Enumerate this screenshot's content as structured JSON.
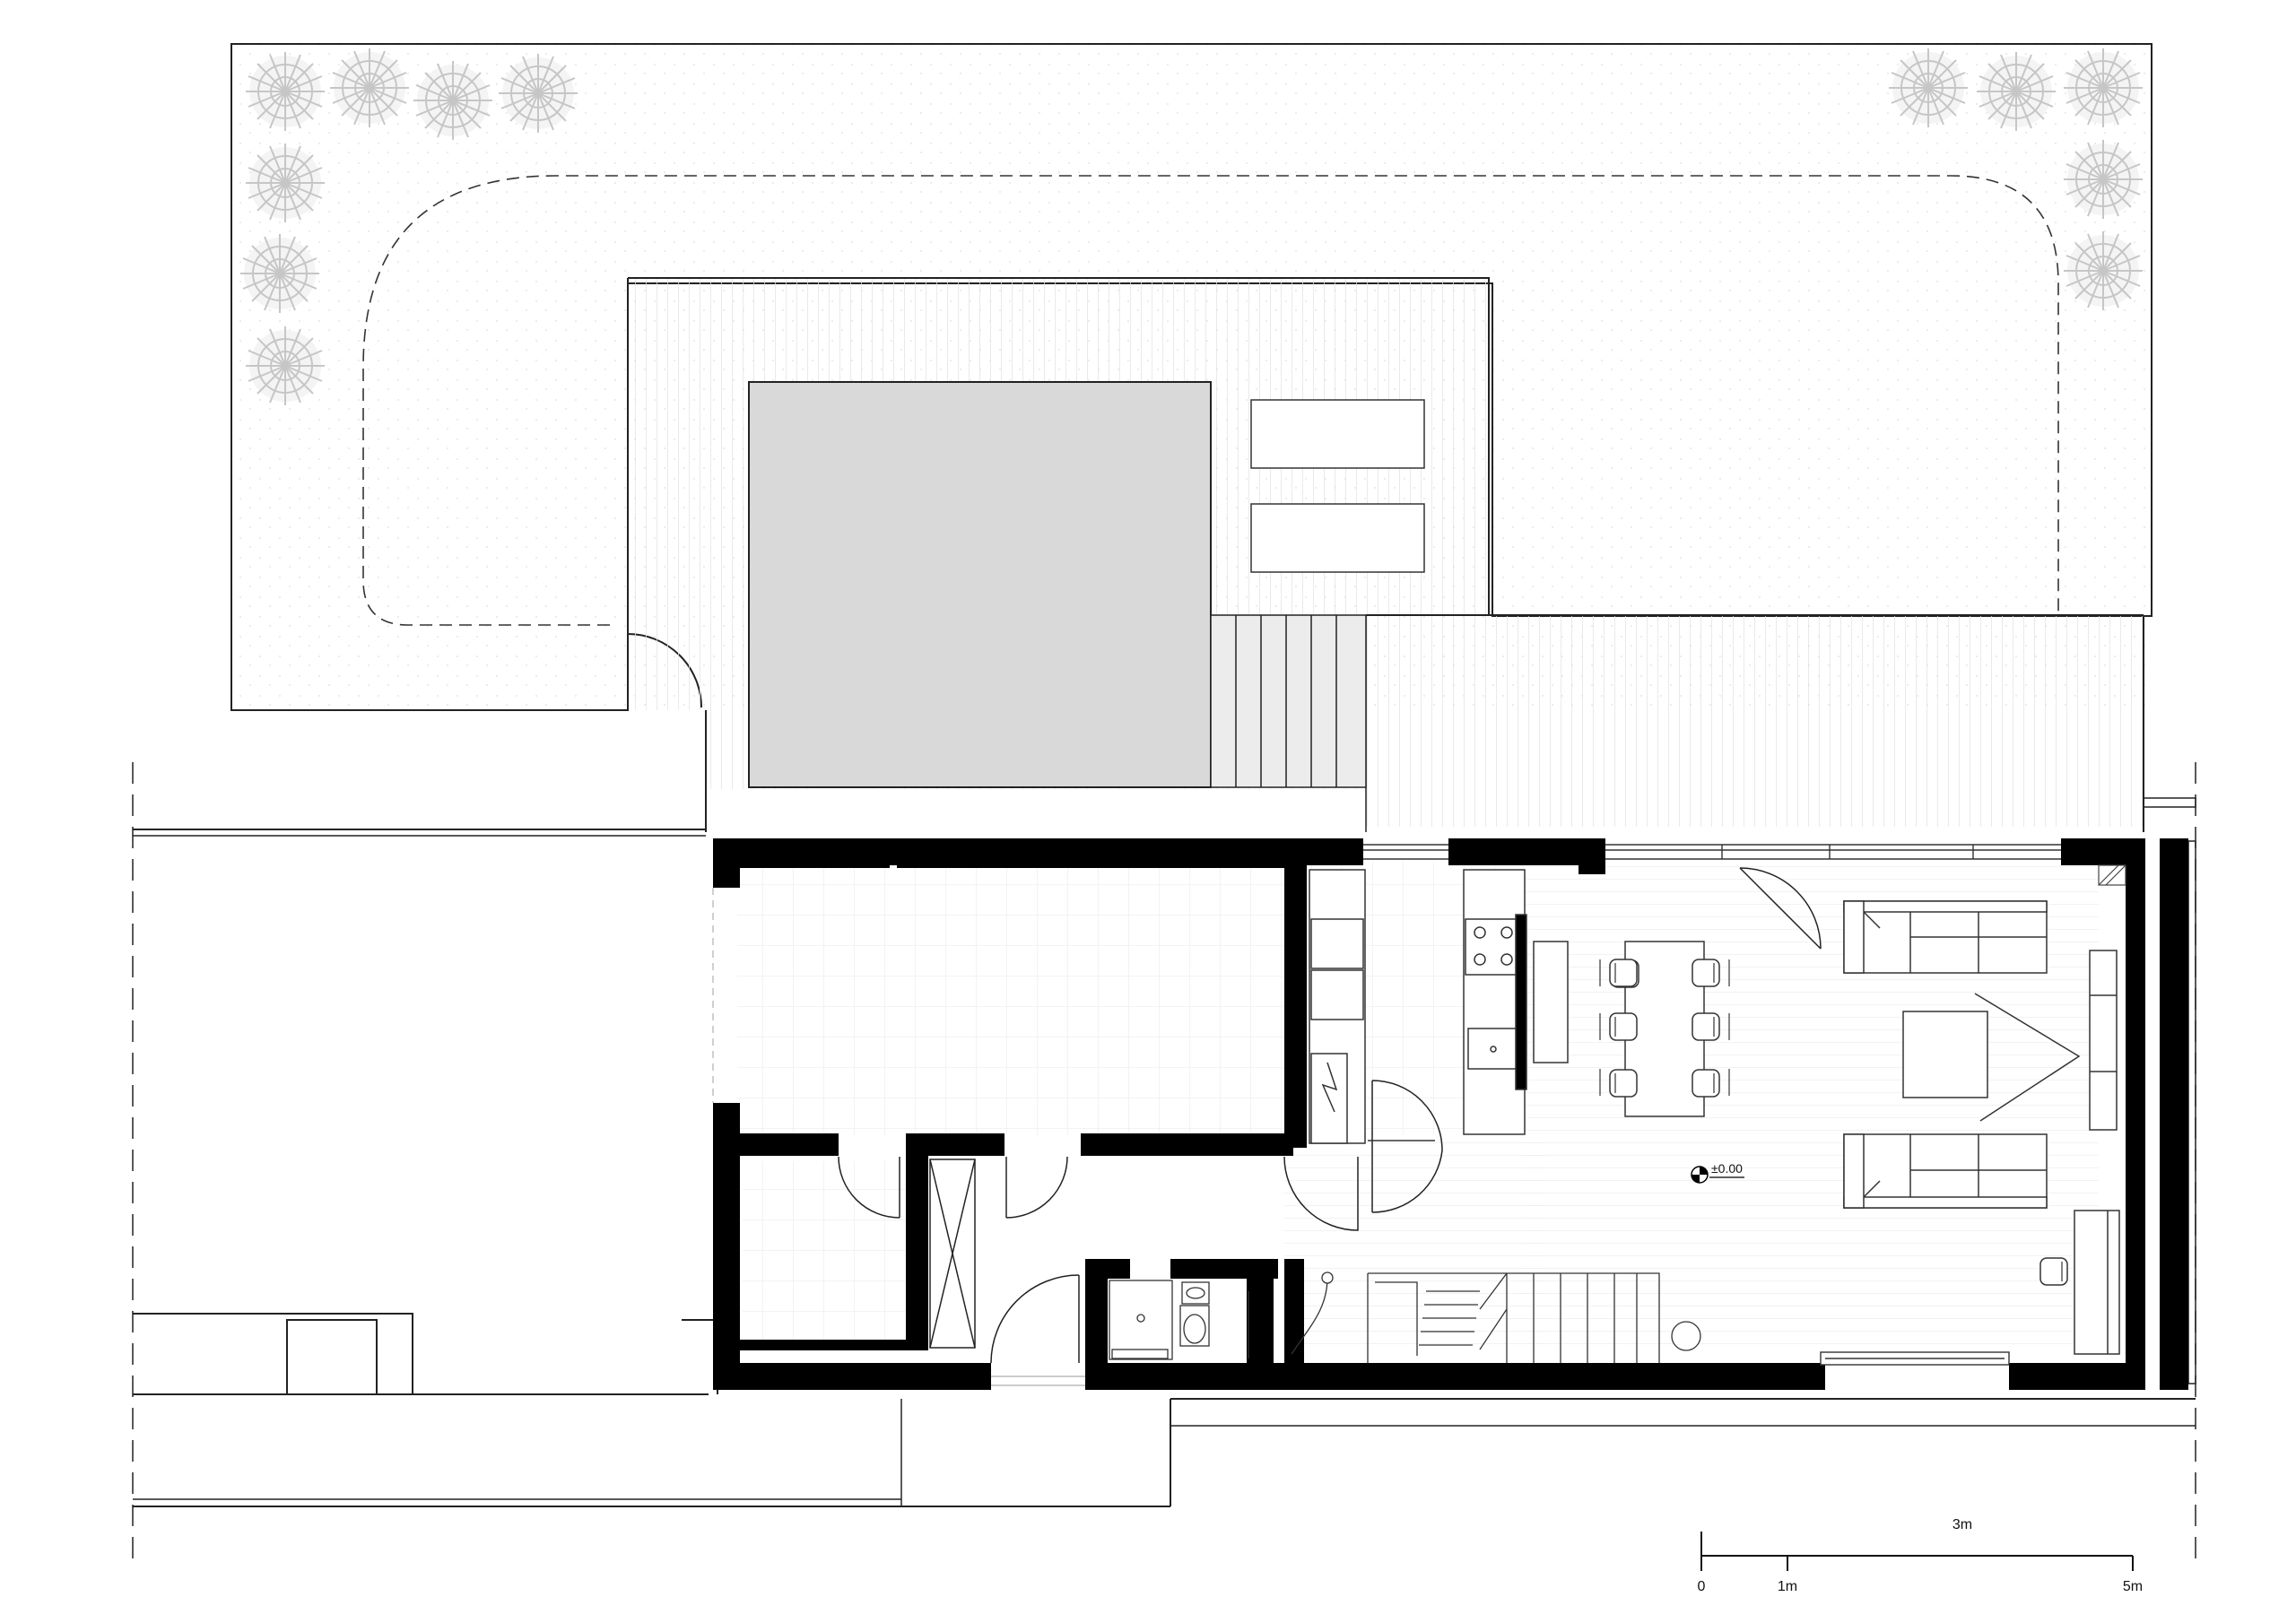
{
  "plan": {
    "level_label": "±0.00",
    "scale_bar": {
      "ticks": [
        "0",
        "1m",
        "5m"
      ],
      "midlabel": "3m"
    }
  },
  "colors": {
    "wall": "#000000",
    "line": "#222222",
    "pool": "#d9d9d9",
    "garden": "#fbfbfb",
    "tree": "#bfbfbf",
    "deck_stripe": "#e6e6e6",
    "floor_grid": "#ececec"
  },
  "icons": [
    "tree-icon",
    "level-marker-icon",
    "door-swing-icon"
  ]
}
